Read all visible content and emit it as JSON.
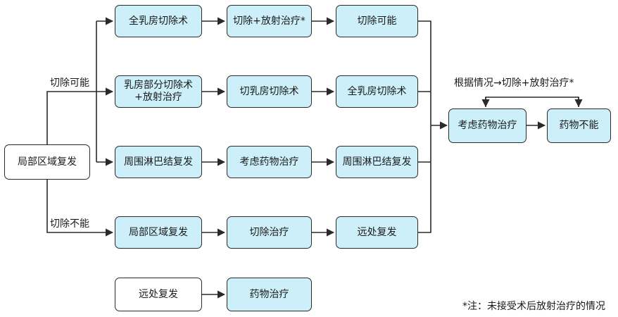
{
  "nodes": {
    "local_recurrence": "局部区域复发",
    "total_mastectomy": "全乳房切除术",
    "resection_rt": "切除+放射治疗*",
    "resectable_top": "切除可能",
    "partial_mastectomy_l1": "乳房部分切除术",
    "partial_mastectomy_l2": "+放射治疗",
    "breast_resection": "切乳房切除术",
    "total_mastectomy_2": "全乳房切除术",
    "lymph_recurrence": "周围淋巴结复发",
    "consider_drug_mid": "考虑药物治疗",
    "lymph_recurrence_2": "周围淋巴结复发",
    "local_recurrence_2": "局部区域复发",
    "resection_treatment": "切除治疗",
    "distant_recurrence": "远处复发",
    "consider_drug_right": "考虑药物治疗",
    "drug_ineffective": "药物不能",
    "distant_recurrence_start": "远处复发",
    "drug_therapy": "药物治疗"
  },
  "labels": {
    "resectable": "切除可能",
    "unresectable": "切除不能",
    "depending": "根据情况→切除+放射治疗*"
  },
  "footnote": "*注：未接受术后放射治疗的情况",
  "colors": {
    "node_fill": "#cdeffa",
    "node_border": "#2a2a2a",
    "line": "#2a2a2a"
  }
}
